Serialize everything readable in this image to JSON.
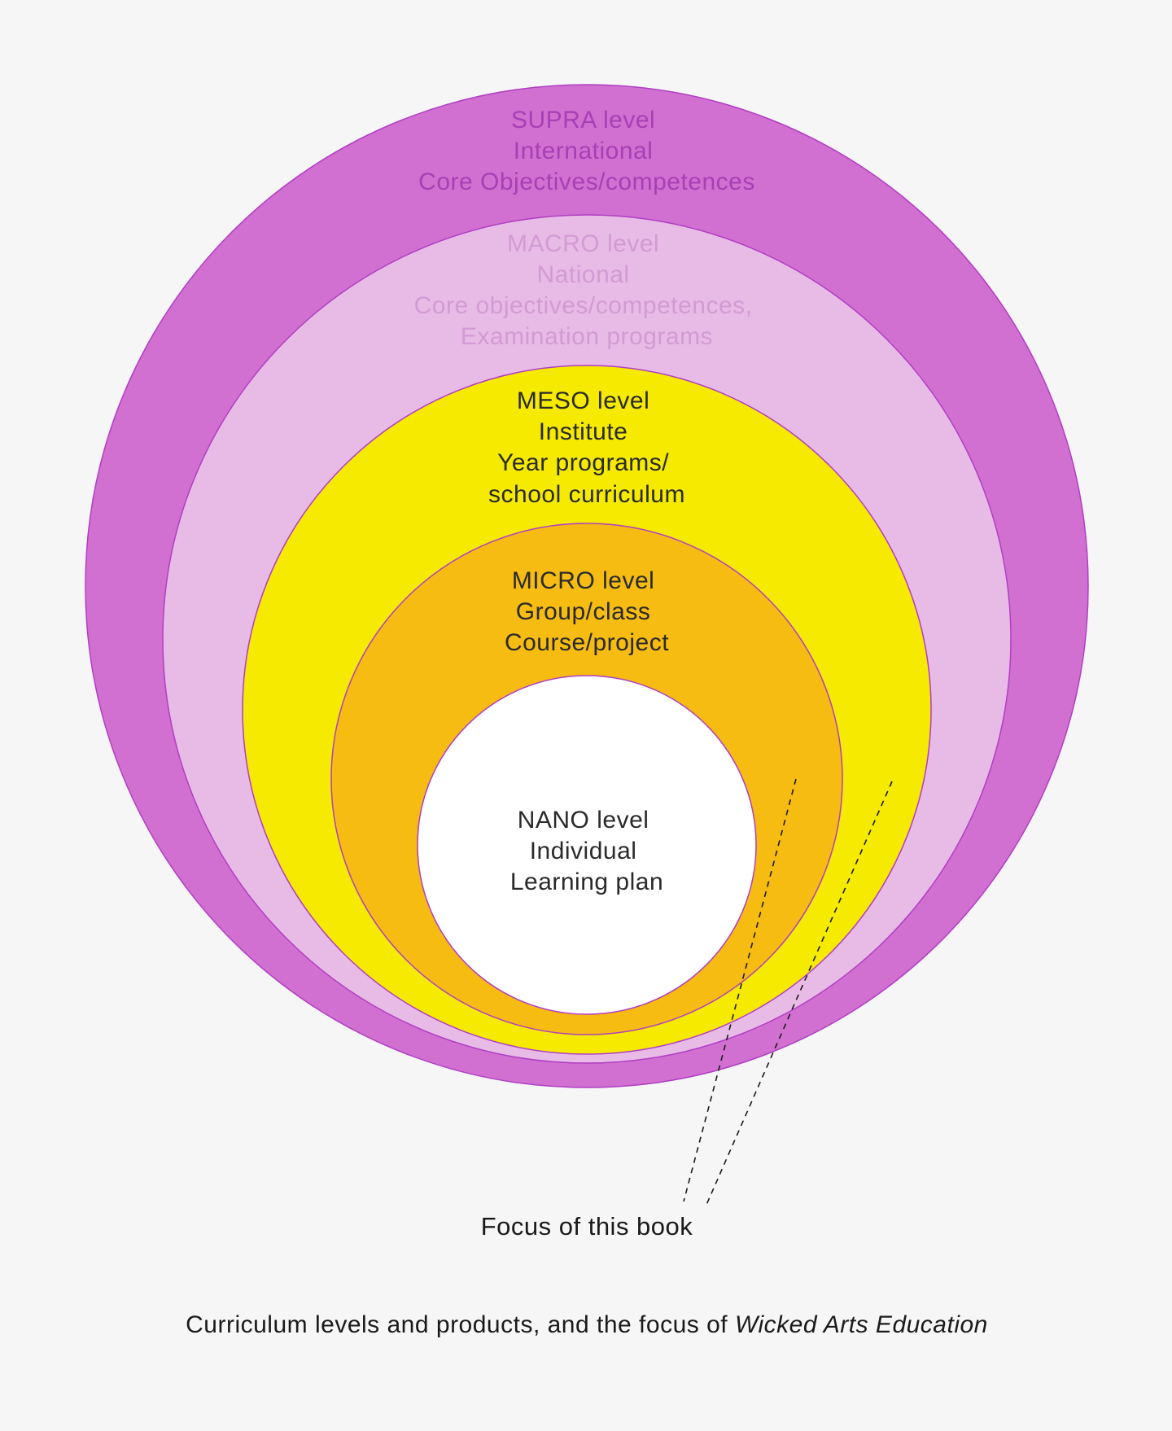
{
  "levels": [
    {
      "id": "supra",
      "fill": "#d170d1",
      "text_color": "#a83fb5",
      "lines": [
        "SUPRA level",
        "International",
        "Core Objectives/competences"
      ]
    },
    {
      "id": "macro",
      "fill": "#e8bbe6",
      "text_color": "#d39bd4",
      "lines": [
        "MACRO level",
        "National",
        "Core objectives/competences,",
        "Examination programs"
      ]
    },
    {
      "id": "meso",
      "fill": "#f5ea00",
      "text_color": "#2a2a2a",
      "lines": [
        "MESO level",
        "Institute",
        "Year programs/",
        "school curriculum"
      ]
    },
    {
      "id": "micro",
      "fill": "#f6bc12",
      "text_color": "#2a2a2a",
      "lines": [
        "MICRO level",
        "Group/class",
        "Course/project"
      ]
    },
    {
      "id": "nano",
      "fill": "#ffffff",
      "text_color": "#2a2a2a",
      "lines": [
        "NANO level",
        "Individual",
        "Learning plan"
      ]
    }
  ],
  "outline_color": "#b13ec4",
  "focus_label": "Focus of this book",
  "caption": {
    "prefix": "Curriculum levels and products, and the focus of ",
    "emphasis": "Wicked Arts Education"
  }
}
